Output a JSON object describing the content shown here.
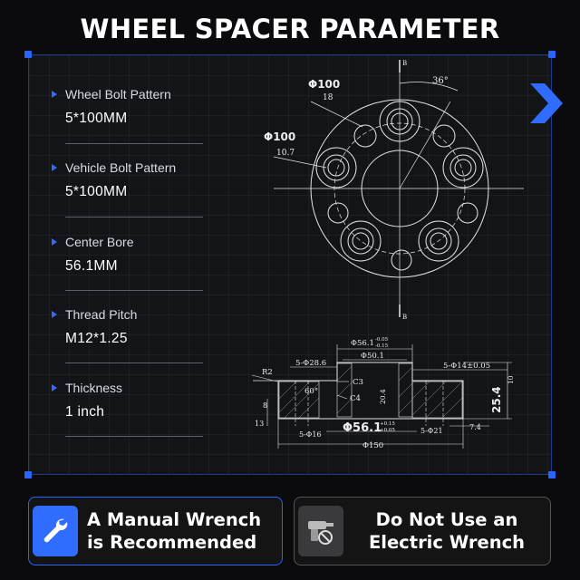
{
  "title": "WHEEL SPACER PARAMETER",
  "specs": [
    {
      "label": "Wheel Bolt Pattern",
      "value": "5*100MM"
    },
    {
      "label": "Vehicle Bolt Pattern",
      "value": "5*100MM"
    },
    {
      "label": "Center Bore",
      "value": "56.1MM"
    },
    {
      "label": "Thread Pitch",
      "value": "M12*1.25"
    },
    {
      "label": "Thickness",
      "value": "1 inch"
    }
  ],
  "drawing": {
    "top_view": {
      "section_b": "B",
      "angle": "36°",
      "outer_pcd": "Φ100",
      "outer_hole": "18",
      "inner_pcd": "Φ100",
      "inner_hole": "10.7"
    },
    "section_view": {
      "bore_upper": "Φ56.1",
      "bore_upper_tol_top": "-0.05",
      "bore_upper_tol_bottom": "-0.15",
      "inner_dia": "Φ50.1",
      "counterbore": "5-Φ28.6",
      "radius": "R2",
      "chamfer_c3": "C3",
      "chamfer_c4": "C4",
      "angle": "60°",
      "depth": "20.4",
      "thread_hole": "5-Φ14±0.05",
      "top_depth": "10",
      "thickness": "25.4",
      "bore_lower": "Φ56.1",
      "bore_lower_tol_top": "+0.15",
      "bore_lower_tol_bottom": "+0.05",
      "bottom_step": "13",
      "left_small": "8",
      "hole_left": "5-Φ16",
      "hole_right": "5-Φ21",
      "right_depth": "7.4",
      "outer_dia": "Φ150"
    }
  },
  "buttons": {
    "left_line1": "A Manual Wrench",
    "left_line2": "is Recommended",
    "right_line1": "Do Not Use an",
    "right_line2": "Electric Wrench"
  },
  "colors": {
    "accent": "#2f6cff",
    "background": "#0b0b0d",
    "panel": "#131417"
  },
  "icons": {
    "left_button": "wrench-icon",
    "right_button": "electric-drill-prohibited-icon",
    "bullet": "triangle-bullet-icon",
    "side_arrow": "chevron-right-icon"
  }
}
